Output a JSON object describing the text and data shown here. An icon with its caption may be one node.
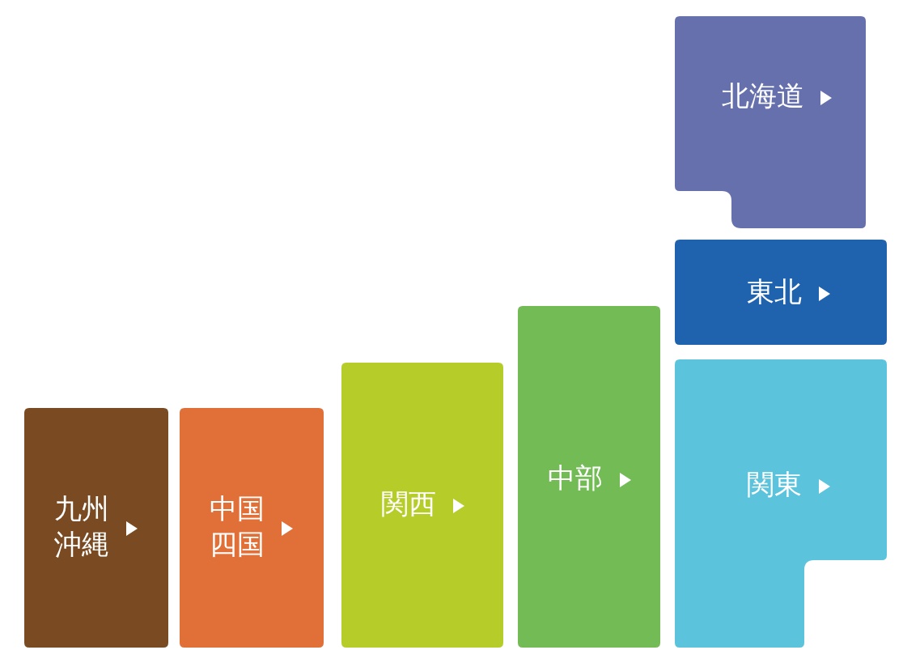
{
  "diagram": {
    "nodes": [
      {
        "text": [
          "九州沖縄"
        ]
      },
      {
        "text": [
          "中国四国"
        ]
      },
      {
        "text": [
          "関西"
        ]
      },
      {
        "text": [
          "中部"
        ]
      },
      {
        "text": [
          "北海道"
        ]
      },
      {
        "text": [
          "東北"
        ]
      },
      {
        "text": [
          "関東"
        ]
      }
    ]
  }
}
